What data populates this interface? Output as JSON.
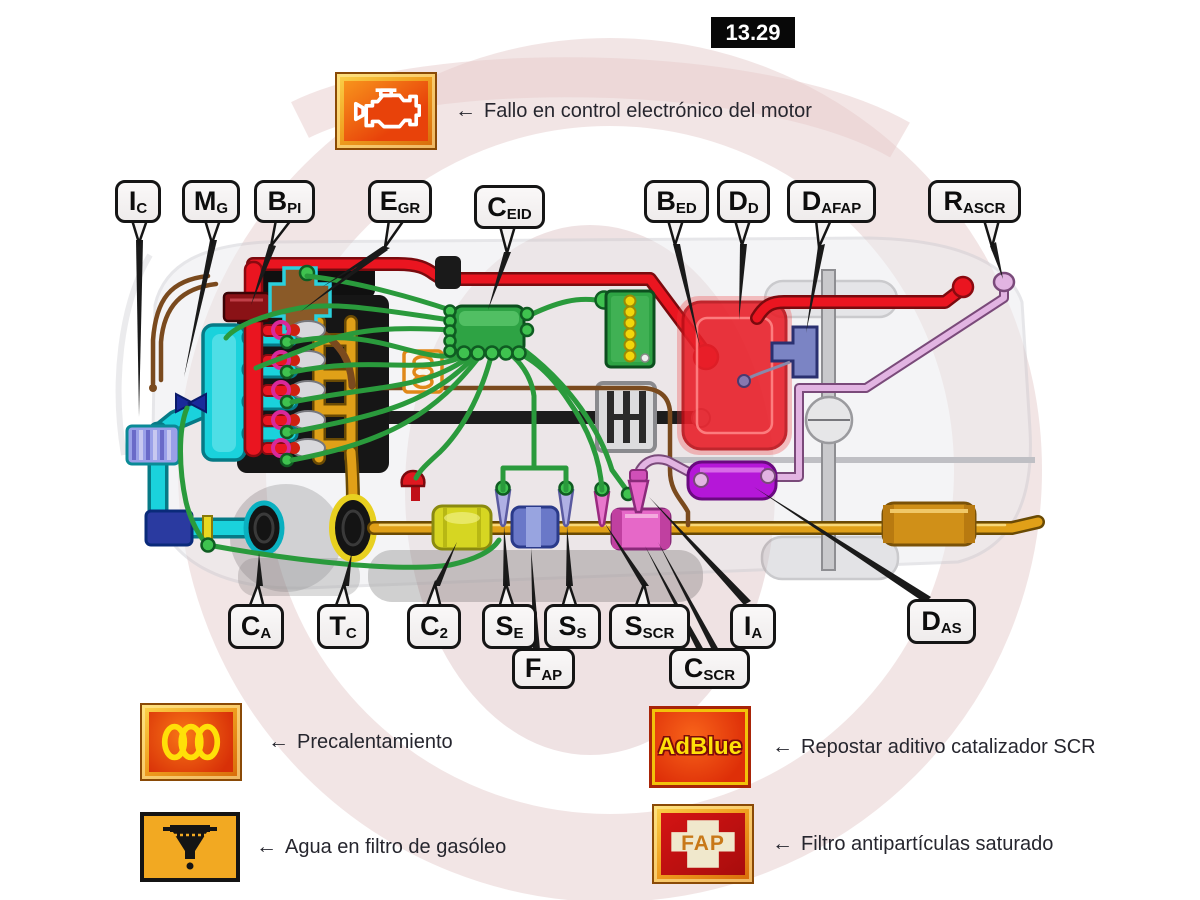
{
  "page": {
    "number": "13.29"
  },
  "callouts": {
    "IC": {
      "main": "I",
      "sub": "C"
    },
    "MG": {
      "main": "M",
      "sub": "G"
    },
    "BPI": {
      "main": "B",
      "sub": "PI"
    },
    "EGR": {
      "main": "E",
      "sub": "GR"
    },
    "CEID": {
      "main": "C",
      "sub": "EID"
    },
    "BED": {
      "main": "B",
      "sub": "ED"
    },
    "DD": {
      "main": "D",
      "sub": "D"
    },
    "DAFAP": {
      "main": "D",
      "sub": "AFAP"
    },
    "RASCR": {
      "main": "R",
      "sub": "ASCR"
    },
    "CA": {
      "main": "C",
      "sub": "A"
    },
    "TC": {
      "main": "T",
      "sub": "C"
    },
    "C2": {
      "main": "C",
      "sub": "2"
    },
    "SE": {
      "main": "S",
      "sub": "E"
    },
    "SS": {
      "main": "S",
      "sub": "S"
    },
    "FAP": {
      "main": "F",
      "sub": "AP"
    },
    "SSCR": {
      "main": "S",
      "sub": "SCR"
    },
    "CSCR": {
      "main": "C",
      "sub": "SCR"
    },
    "IA": {
      "main": "I",
      "sub": "A"
    },
    "DAS": {
      "main": "D",
      "sub": "AS"
    }
  },
  "warnings": {
    "engine": {
      "arrow": "←",
      "label": "Fallo en control electrónico del motor",
      "icon": "check-engine-lamp"
    },
    "glow": {
      "arrow": "←",
      "label": "Precalentamiento",
      "icon": "glow-plug-lamp"
    },
    "water": {
      "arrow": "←",
      "label": "Agua en filtro de gasóleo",
      "icon": "water-in-fuel-lamp"
    },
    "adblue": {
      "arrow": "←",
      "label": "Repostar aditivo catalizador SCR",
      "icon": "adblue-lamp",
      "icon_label": "AdBlue"
    },
    "fap": {
      "arrow": "←",
      "label": "Filtro antipartículas saturado",
      "icon": "fap-lamp",
      "icon_label": "FAP"
    }
  },
  "colors": {
    "intake_cyan": "#1ad2dc",
    "fuel_red": "#ea1520",
    "tank_red": "#e81e28",
    "wiring_green": "#3fc24f",
    "exhaust_gold": "#e0a018",
    "adblue_pink": "#e2b4e2",
    "scr_magenta": "#e668c8",
    "reservoir_purple": "#b517d8",
    "lamp_amber": "#f2a922",
    "lamp_red": "#e8420a",
    "lamp_gold": "#f0a020"
  }
}
